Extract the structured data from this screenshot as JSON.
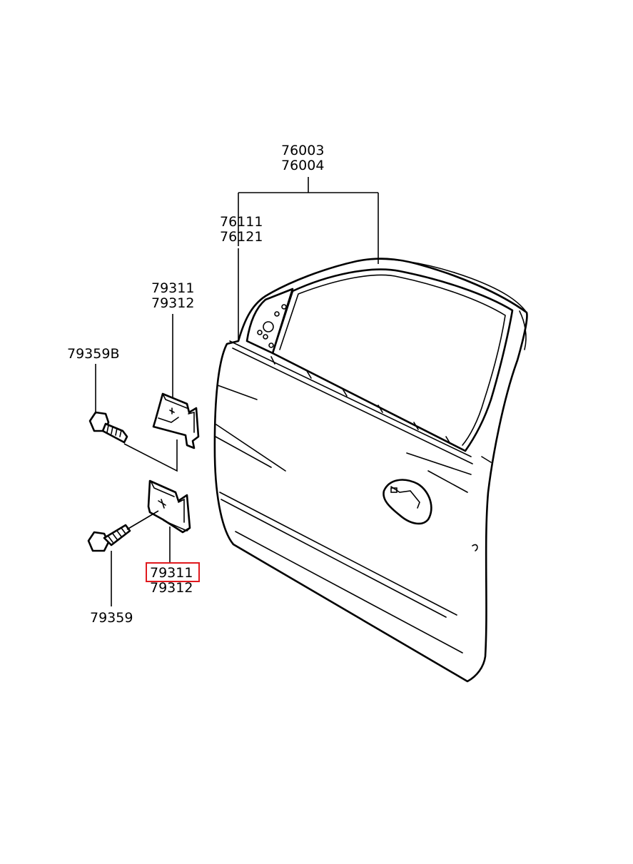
{
  "diagram": {
    "highlight_color": "#e0191e",
    "labels": {
      "door_assy_1": "76003",
      "door_assy_2": "76004",
      "panel_1": "76111",
      "panel_2": "76121",
      "upper_hinge_1": "79311",
      "upper_hinge_2": "79312",
      "upper_bolt": "79359B",
      "lower_hinge_1": "79311",
      "lower_hinge_2": "79312",
      "lower_bolt": "79359"
    }
  }
}
